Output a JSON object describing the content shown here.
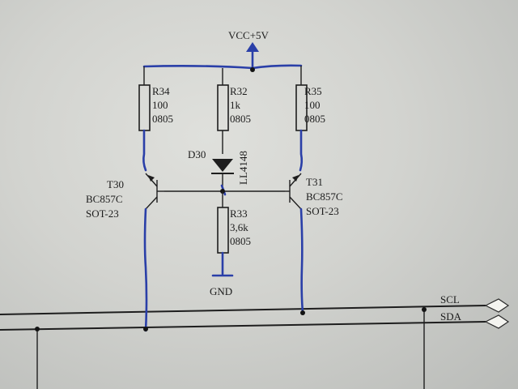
{
  "power": {
    "vcc": "VCC+5V",
    "gnd": "GND"
  },
  "resistors": {
    "r34": {
      "ref": "R34",
      "value": "100",
      "package": "0805"
    },
    "r32": {
      "ref": "R32",
      "value": "1k",
      "package": "0805"
    },
    "r35": {
      "ref": "R35",
      "value": "100",
      "package": "0805"
    },
    "r33": {
      "ref": "R33",
      "value": "3,6k",
      "package": "0805"
    }
  },
  "diode": {
    "ref": "D30",
    "part": "LL4148"
  },
  "transistors": {
    "t30": {
      "ref": "T30",
      "part": "BC857C",
      "package": "SOT-23"
    },
    "t31": {
      "ref": "T31",
      "part": "BC857C",
      "package": "SOT-23"
    }
  },
  "nets": {
    "scl": "SCL",
    "sda": "SDA"
  },
  "colors": {
    "paper": "#d6d7d3",
    "ink": "#1e1e1e",
    "pen_overlay": "#2a3fa8"
  }
}
